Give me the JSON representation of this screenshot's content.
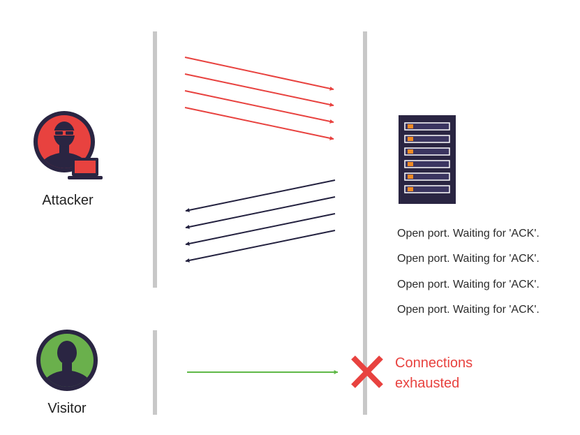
{
  "actors": {
    "attacker": {
      "label": "Attacker",
      "icon": "hacker-icon"
    },
    "visitor": {
      "label": "Visitor",
      "icon": "user-icon"
    }
  },
  "server": {
    "icon": "server-rack-icon"
  },
  "status_messages": [
    "Open port. Waiting for 'ACK'.",
    "Open port. Waiting for 'ACK'.",
    "Open port. Waiting for 'ACK'.",
    "Open port. Waiting for 'ACK'."
  ],
  "error": {
    "icon": "x-mark-icon",
    "line1": "Connections",
    "line2": "exhausted"
  },
  "colors": {
    "attack_arrow": "#e8423f",
    "reply_arrow": "#23213f",
    "visitor_arrow": "#5fb847",
    "timeline": "#c8c8c8",
    "navy": "#2a2542",
    "attacker_bg": "#e8423f",
    "visitor_bg": "#6ab04c",
    "server_led": "#f08a24",
    "error": "#e8423f"
  }
}
